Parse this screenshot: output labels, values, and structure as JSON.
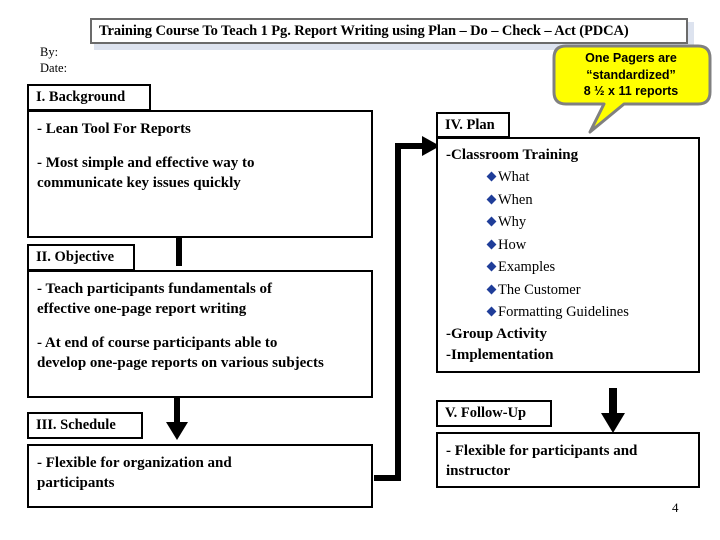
{
  "slide": {
    "title": "Training Course To Teach 1 Pg. Report Writing using Plan – Do – Check – Act (PDCA)",
    "byline": {
      "by_label": "By:",
      "date_label": "Date:"
    },
    "page_number": "4",
    "colors": {
      "callout_fill": "#ffff00",
      "callout_border": "#808080",
      "bullet_diamond": "#1f3d99",
      "box_border": "#000000",
      "title_border": "#6b6b6b",
      "title_shadow": "#dde3ef"
    }
  },
  "callout": {
    "line1": "One Pagers are",
    "line2": "“standardized”",
    "line3": "8 ½ x 11 reports"
  },
  "sections": {
    "background": {
      "tab_label": "I. Background",
      "lines": [
        "- Lean Tool For Reports",
        "- Most simple and effective way to",
        "communicate key issues quickly"
      ]
    },
    "objective": {
      "tab_label": "II. Objective",
      "lines": [
        "- Teach participants fundamentals of",
        "effective one-page report writing",
        "- At end of course participants able to",
        "develop one-page reports on various subjects"
      ]
    },
    "schedule": {
      "tab_label": "III. Schedule",
      "lines": [
        "- Flexible for organization and",
        "participants"
      ]
    },
    "plan": {
      "tab_label": "IV. Plan",
      "heading1": "-Classroom Training",
      "bullets": [
        "What",
        "When",
        "Why",
        "How",
        "Examples",
        "The Customer",
        "Formatting Guidelines"
      ],
      "heading2": "-Group Activity",
      "heading3": "-Implementation"
    },
    "followup": {
      "tab_label": "V. Follow-Up",
      "lines": [
        "- Flexible for participants and",
        "instructor"
      ]
    }
  }
}
